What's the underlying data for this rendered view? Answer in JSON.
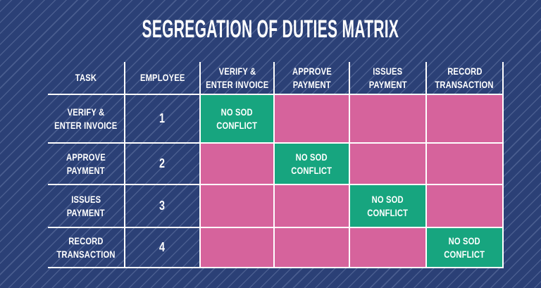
{
  "title": "SEGREGATION OF DUTIES MATRIX",
  "colors": {
    "background": "#2b4076",
    "stripe": "rgba(151,168,208,0.28)",
    "conflict": "#d6639c",
    "no_conflict": "#17a57f",
    "line": "#ffffff",
    "text": "#ffffff"
  },
  "table": {
    "columns": [
      {
        "id": "task",
        "lines": [
          "TASK",
          ""
        ]
      },
      {
        "id": "employee",
        "lines": [
          "EMPLOYEE",
          ""
        ]
      },
      {
        "id": "verify-enter-invoice",
        "lines": [
          "VERIFY &",
          "ENTER INVOICE"
        ]
      },
      {
        "id": "approve-payment",
        "lines": [
          "APPROVE",
          "PAYMENT"
        ]
      },
      {
        "id": "issues-payment",
        "lines": [
          "ISSUES",
          "PAYMENT"
        ]
      },
      {
        "id": "record-transaction",
        "lines": [
          "RECORD",
          "TRANSACTION"
        ]
      }
    ],
    "no_conflict_label_lines": [
      "NO SOD",
      "CONFLICT"
    ],
    "rows": [
      {
        "task_lines": [
          "VERIFY &",
          "ENTER INVOICE"
        ],
        "employee": "1",
        "cells": [
          "no_conflict",
          "conflict",
          "conflict",
          "conflict"
        ]
      },
      {
        "task_lines": [
          "APPROVE",
          "PAYMENT"
        ],
        "employee": "2",
        "cells": [
          "conflict",
          "no_conflict",
          "conflict",
          "conflict"
        ]
      },
      {
        "task_lines": [
          "ISSUES",
          "PAYMENT"
        ],
        "employee": "3",
        "cells": [
          "conflict",
          "conflict",
          "no_conflict",
          "conflict"
        ]
      },
      {
        "task_lines": [
          "RECORD",
          "TRANSACTION"
        ],
        "employee": "4",
        "cells": [
          "conflict",
          "conflict",
          "conflict",
          "no_conflict"
        ]
      }
    ]
  }
}
